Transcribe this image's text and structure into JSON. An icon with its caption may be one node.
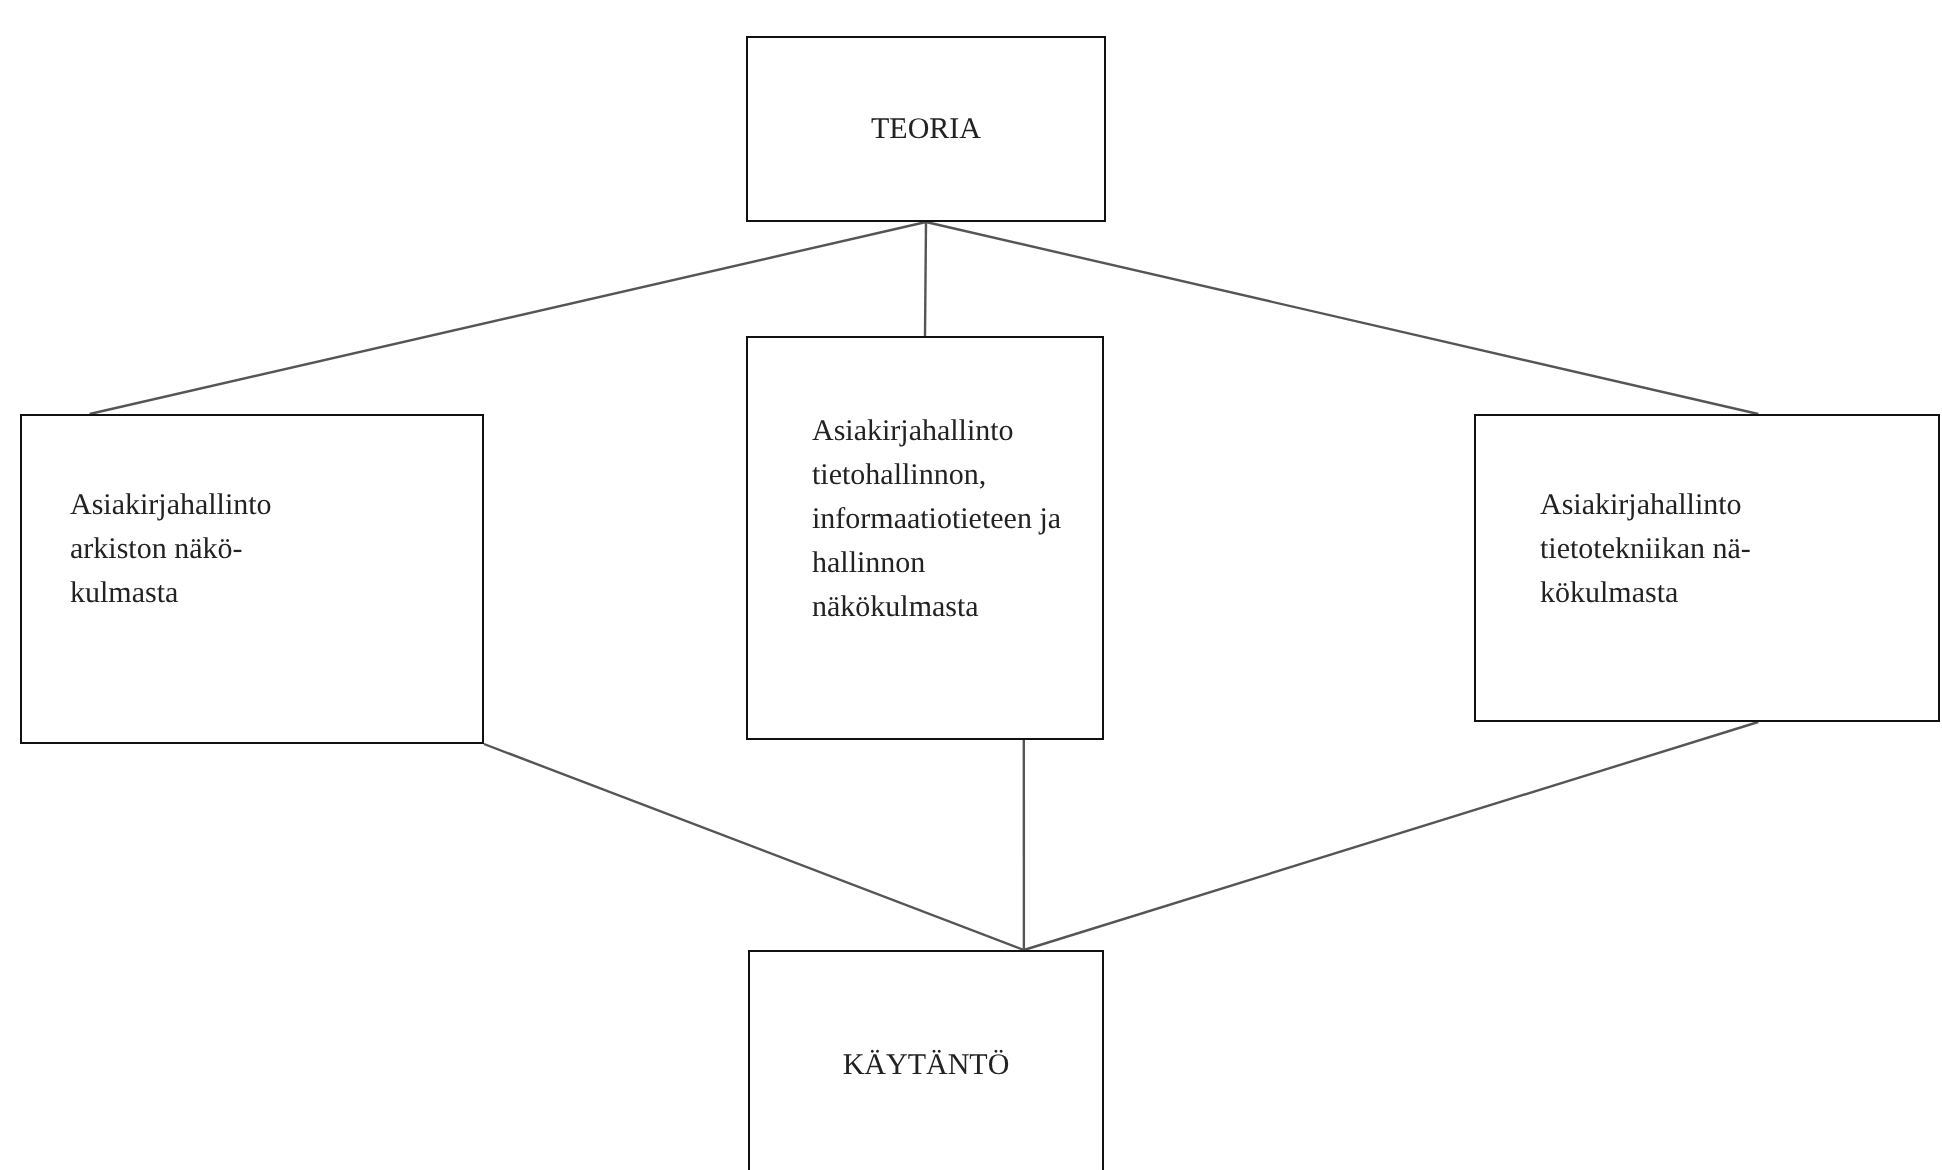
{
  "diagram": {
    "nodes": [
      {
        "text": [
          "TEORIA"
        ]
      },
      {
        "text": [
          "Asiakirjahallinto arkiston näkö-kulmasta"
        ]
      },
      {
        "text": [
          "Asiakirjahallinto tietohallinnon, informaatiotieteen ja hallinnon näkökulmasta"
        ]
      },
      {
        "text": [
          "Asiakirjahallinto tietotekniikan nä-kökulmasta"
        ]
      },
      {
        "text": [
          "KÄYTÄNTÖ"
        ]
      }
    ],
    "edges": [
      {
        "from": 0,
        "to": 1,
        "arrow": "none"
      },
      {
        "from": 0,
        "to": 2,
        "arrow": "none"
      },
      {
        "from": 0,
        "to": 3,
        "arrow": "none"
      },
      {
        "from": 1,
        "to": 4,
        "arrow": "none"
      },
      {
        "from": 2,
        "to": 4,
        "arrow": "none"
      },
      {
        "from": 3,
        "to": 4,
        "arrow": "none"
      }
    ]
  }
}
